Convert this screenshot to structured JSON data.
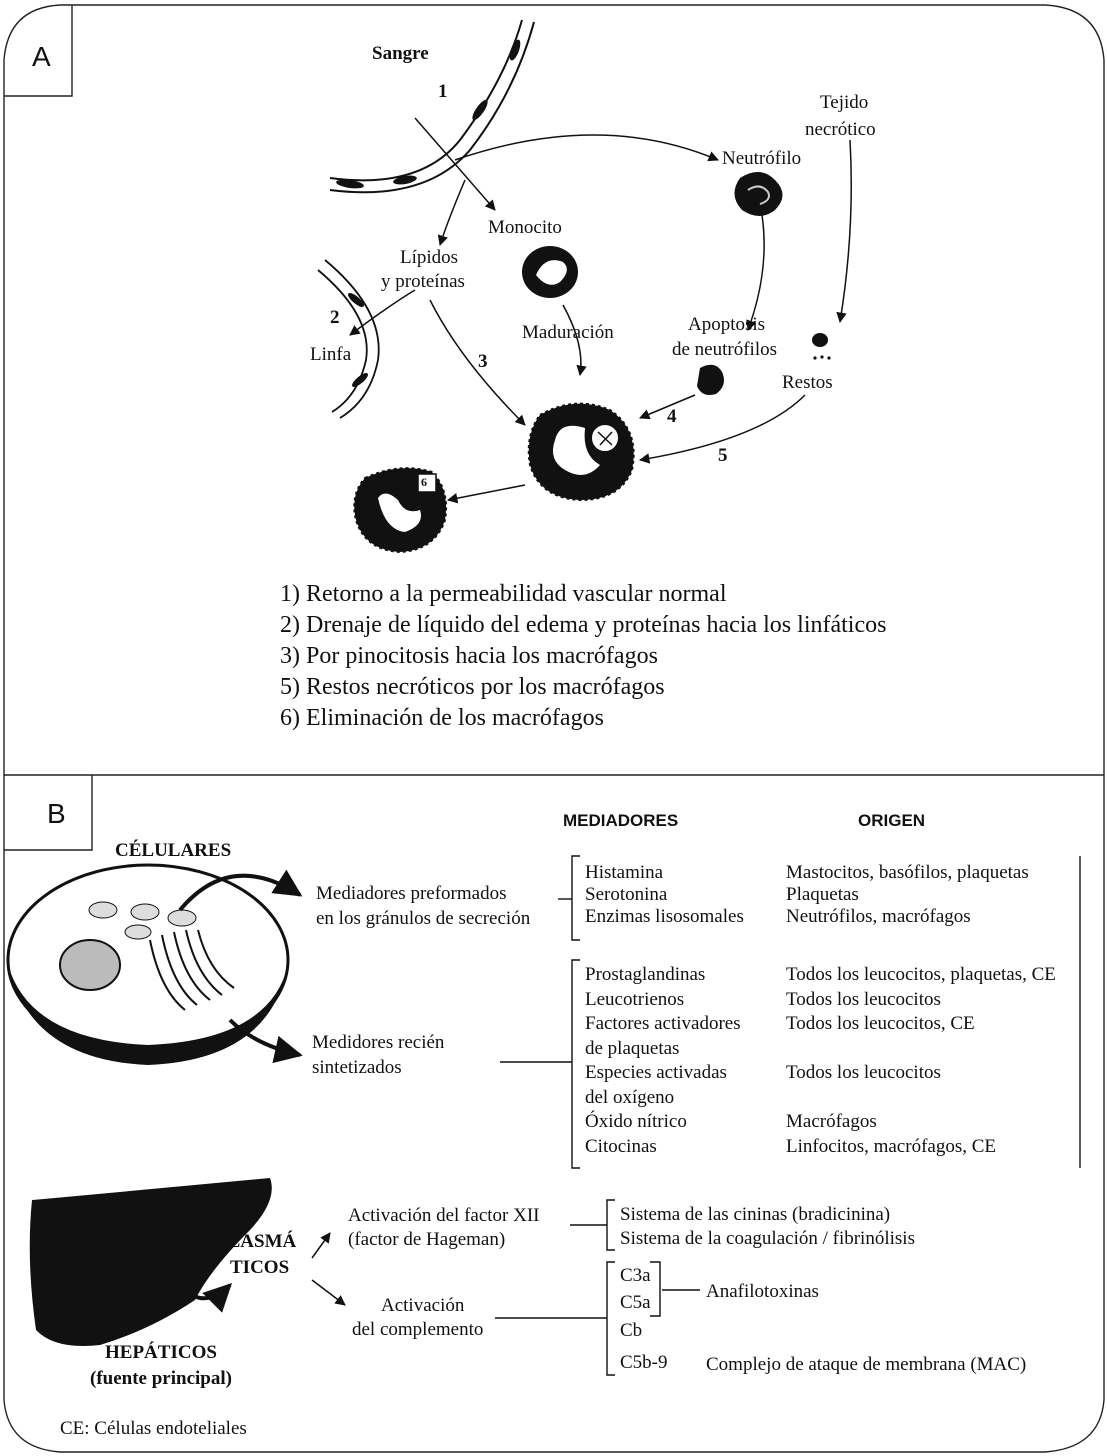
{
  "panel_a": {
    "letter": "A",
    "labels": {
      "sangre": "Sangre",
      "n1": "1",
      "tejido_l1": "Tejido",
      "tejido_l2": "necrótico",
      "neutrofilo": "Neutrófilo",
      "monocito": "Monocito",
      "lipidos_l1": "Lípidos",
      "lipidos_l2": "y proteínas",
      "n2": "2",
      "linfa": "Linfa",
      "maduracion": "Maduración",
      "apoptosis_l1": "Apoptosis",
      "apoptosis_l2": "de neutrófilos",
      "n3": "3",
      "restos": "Restos",
      "n4": "4",
      "n5": "5",
      "n6": "6"
    },
    "list": [
      "1) Retorno a la permeabilidad vascular normal",
      "2) Drenaje de líquido del edema y proteínas hacia los linfáticos",
      "3) Por pinocitosis hacia los macrófagos",
      "5) Restos necróticos por los macrófagos",
      "6) Eliminación de los macrófagos"
    ]
  },
  "panel_b": {
    "letter": "B",
    "header_mediadores": "MEDIADORES",
    "header_origen": "ORIGEN",
    "celulares": "CÉLULARES",
    "preformados_l1": "Mediadores preformados",
    "preformados_l2": "en los gránulos de secreción",
    "sintetizados_l1": "Medidores recién",
    "sintetizados_l2": "sintetizados",
    "group1_mediators": [
      "Histamina",
      "Serotonina",
      "Enzimas lisosomales"
    ],
    "group1_origins": [
      "Mastocitos, basófilos, plaquetas",
      "Plaquetas",
      "Neutrófilos, macrófagos"
    ],
    "group2_mediators": [
      "Prostaglandinas",
      "Leucotrienos",
      "Factores activadores",
      "de plaquetas",
      "Especies activadas",
      "del oxígeno",
      "Óxido nítrico",
      "Citocinas"
    ],
    "group2_origins": [
      "Todos los leucocitos, plaquetas, CE",
      "Todos los leucocitos",
      "Todos los leucocitos, CE",
      "",
      "Todos los leucocitos",
      "",
      "Macrófagos",
      "Linfocitos, macrófagos, CE"
    ],
    "plasma_l1": "PLASMÁ",
    "plasma_l2": "TICOS",
    "factor_l1": "Activación del factor XII",
    "factor_l2": "(factor de Hageman)",
    "complemento_l1": "Activación",
    "complemento_l2": "del complemento",
    "factor_systems": [
      "Sistema de las cininas (bradicinina)",
      "Sistema de la coagulación / fibrinólisis"
    ],
    "complement_items": [
      "C3a",
      "C5a",
      "Cb",
      "C5b-9"
    ],
    "anafilotoxinas": "Anafilotoxinas",
    "mac": "Complejo de ataque de membrana (MAC)",
    "hepaticos": "HEPÁTICOS",
    "fuente": "(fuente principal)",
    "footnote": "CE: Células endoteliales"
  }
}
